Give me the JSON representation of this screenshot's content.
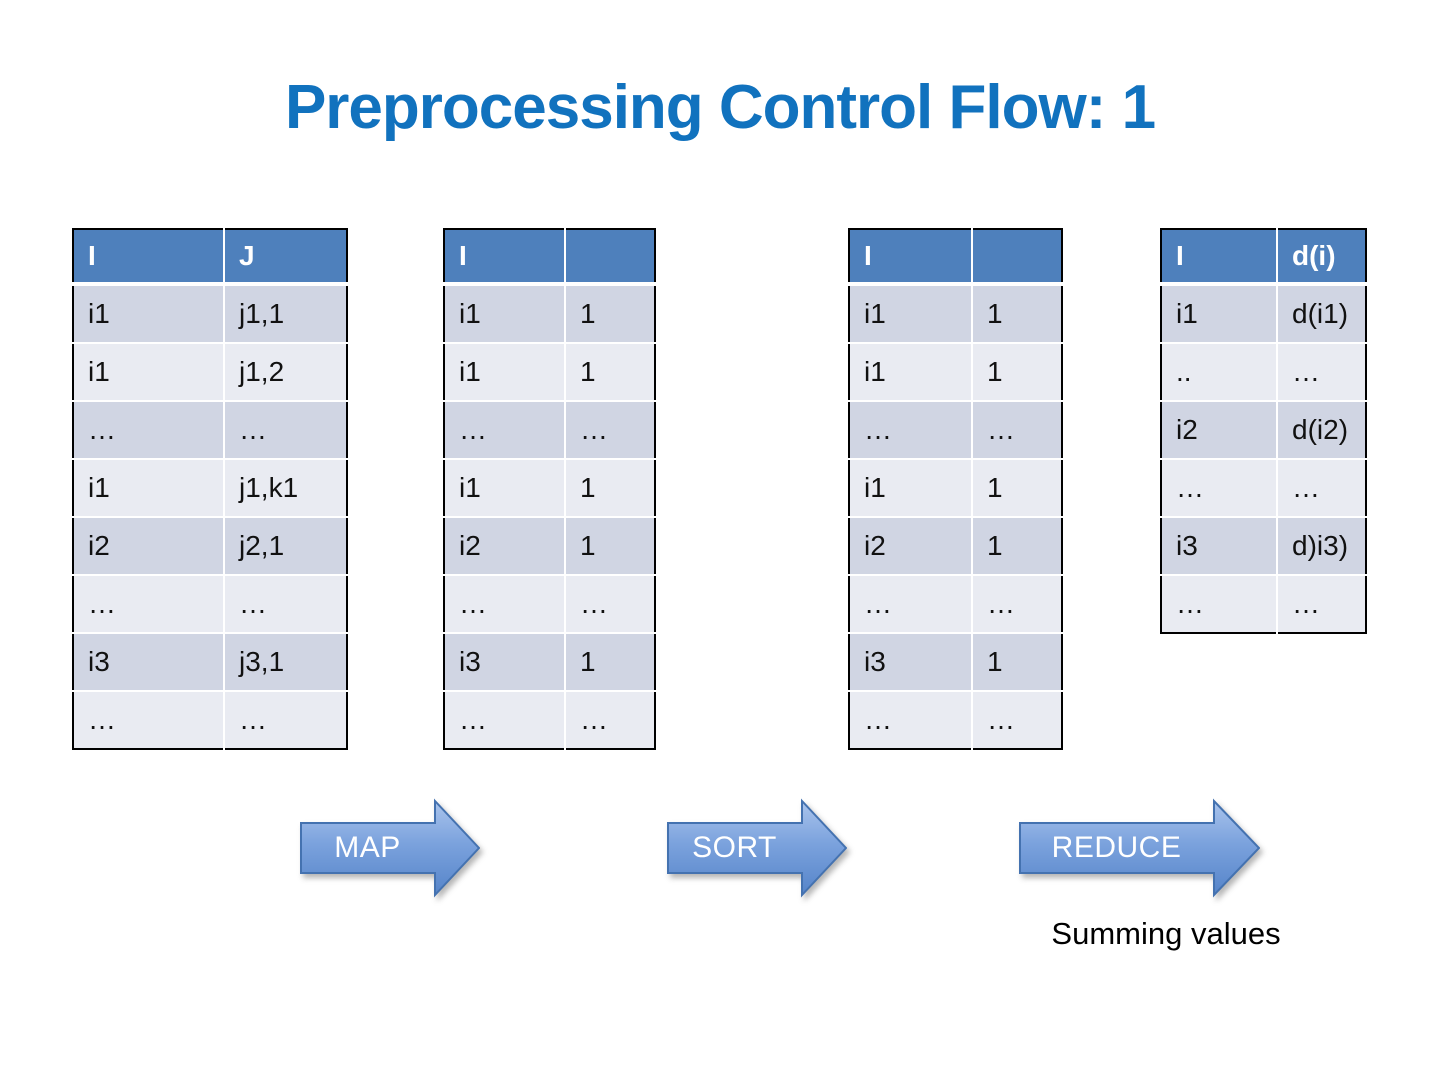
{
  "title": "Preprocessing Control Flow: 1",
  "tables": [
    {
      "name": "input-pairs-table",
      "headers": [
        "I",
        "J"
      ],
      "rows": [
        [
          "i1",
          "j1,1"
        ],
        [
          "i1",
          "j1,2"
        ],
        [
          "…",
          "…"
        ],
        [
          "i1",
          "j1,k1"
        ],
        [
          "i2",
          "j2,1"
        ],
        [
          "…",
          "…"
        ],
        [
          "i3",
          "j3,1"
        ],
        [
          "…",
          "…"
        ]
      ]
    },
    {
      "name": "map-output-table",
      "headers": [
        "I",
        ""
      ],
      "rows": [
        [
          "i1",
          "1"
        ],
        [
          "i1",
          "1"
        ],
        [
          "…",
          "…"
        ],
        [
          "i1",
          "1"
        ],
        [
          "i2",
          "1"
        ],
        [
          "…",
          "…"
        ],
        [
          "i3",
          "1"
        ],
        [
          "…",
          "…"
        ]
      ]
    },
    {
      "name": "sort-output-table",
      "headers": [
        "I",
        ""
      ],
      "rows": [
        [
          "i1",
          "1"
        ],
        [
          "i1",
          "1"
        ],
        [
          "…",
          "…"
        ],
        [
          "i1",
          "1"
        ],
        [
          "i2",
          "1"
        ],
        [
          "…",
          "…"
        ],
        [
          "i3",
          "1"
        ],
        [
          "…",
          "…"
        ]
      ]
    },
    {
      "name": "reduce-output-table",
      "headers": [
        "I",
        "d(i)"
      ],
      "rows": [
        [
          "i1",
          "d(i1)"
        ],
        [
          "..",
          "…"
        ],
        [
          "i2",
          "d(i2)"
        ],
        [
          "…",
          "…"
        ],
        [
          "i3",
          "d)i3)"
        ],
        [
          "…",
          "…"
        ]
      ]
    }
  ],
  "arrows": [
    {
      "label": "MAP"
    },
    {
      "label": "SORT"
    },
    {
      "label": "REDUCE"
    }
  ],
  "caption": "Summing values",
  "colors": {
    "title": "#1172BE",
    "table_header_bg": "#4E80BC",
    "row_band_dark": "#D0D5E3",
    "row_band_light": "#E9EBF2",
    "table_border": "#000000",
    "arrow_border": "#4472B0",
    "arrow_fill_top": "#AAC4EC",
    "arrow_fill_mid": "#7BA2DD",
    "arrow_fill_bottom": "#5584C9",
    "arrow_text": "#FFFFFF"
  }
}
